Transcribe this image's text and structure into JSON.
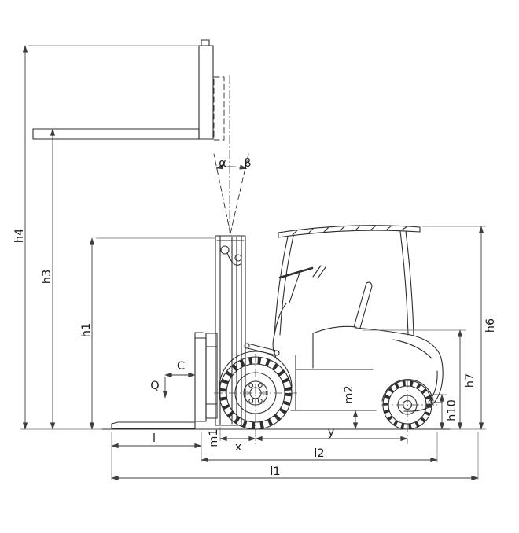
{
  "labels": {
    "h1": "h1",
    "h3": "h3",
    "h4": "h4",
    "h6": "h6",
    "h7": "h7",
    "h10": "h10",
    "m1": "m1",
    "m2": "m2",
    "l": "l",
    "l1": "l1",
    "l2": "l2",
    "x": "x",
    "y": "y",
    "C": "C",
    "Q": "Q",
    "alpha": "α",
    "beta": "β"
  },
  "colors": {
    "line": "#2e2e2e",
    "dimension": "#3d3d3d",
    "background": "#ffffff"
  }
}
